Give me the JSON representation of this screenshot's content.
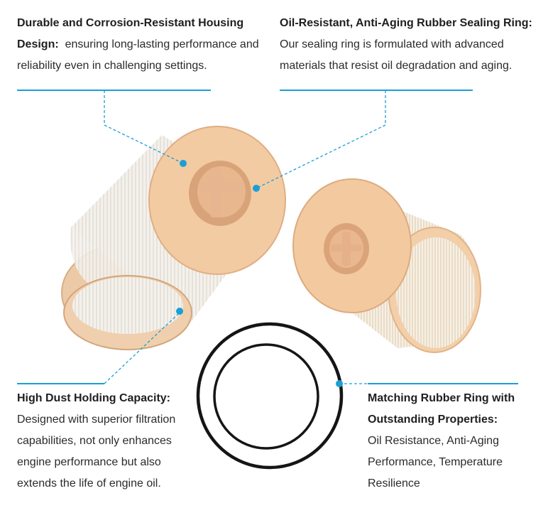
{
  "accent_color": "#1a9fd6",
  "features": {
    "top_left": {
      "title": "Durable and Corrosion-Resistant Housing",
      "title_tail": "Design:",
      "desc_lines": [
        "ensuring long-lasting performance and",
        "reliability even in challenging settings."
      ]
    },
    "top_right": {
      "title": "Oil-Resistant, Anti-Aging Rubber Sealing Ring:",
      "desc_lines": [
        "Our sealing ring is formulated with advanced",
        "materials that resist oil degradation and aging."
      ]
    },
    "bottom_left": {
      "title": "High Dust Holding Capacity:",
      "desc_lines": [
        "Designed with superior filtration",
        "capabilities, not only enhances",
        "engine performance but also",
        "extends the life of engine oil."
      ]
    },
    "bottom_right": {
      "title_lines": [
        "Matching Rubber Ring with",
        "Outstanding Properties:"
      ],
      "desc_lines": [
        "Oil Resistance, Anti-Aging",
        "Performance, Temperature",
        "Resilience"
      ]
    }
  }
}
